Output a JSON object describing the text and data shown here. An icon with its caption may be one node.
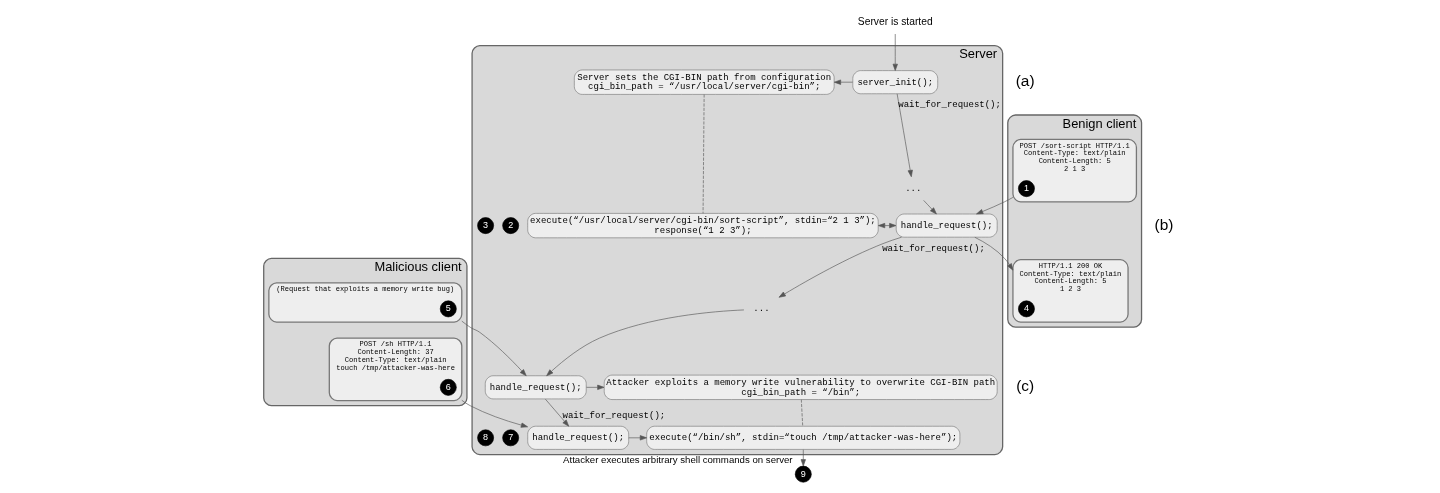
{
  "diagram": {
    "nodes": [
      {
        "text": [
          "Server"
        ]
      },
      {
        "text": [
          "Server is started"
        ]
      },
      {
        "text": [
          "Server sets the CGI-BIN path from configuration",
          "cgi_bin_path = “/usr/local/server/cgi-bin”;"
        ],
        "in": 0
      },
      {
        "text": [
          "server_init();"
        ],
        "in": 0
      },
      {
        "text": [
          "..."
        ],
        "in": 0
      },
      {
        "text": [
          "2"
        ],
        "in": 0
      },
      {
        "text": [
          "3"
        ],
        "in": 0
      },
      {
        "text": [
          "execute(“/usr/local/server/cgi-bin/sort-script”, stdin=“2 1 3”);",
          "response(“1 2 3”);"
        ],
        "in": 0
      },
      {
        "text": [
          "handle_request();"
        ],
        "in": 0
      },
      {
        "text": [
          "..."
        ],
        "in": 0
      },
      {
        "text": [
          "Attacker exploits a memory write vulnerability to overwrite CGI-BIN path",
          "cgi_bin_path = “/bin”;"
        ],
        "in": 0
      },
      {
        "text": [
          "handle_request();"
        ],
        "in": 0
      },
      {
        "text": [
          "7"
        ],
        "in": 0
      },
      {
        "text": [
          "8"
        ],
        "in": 0
      },
      {
        "text": [
          "execute(“/bin/sh”, stdin=“touch /tmp/attacker-was-here”);"
        ],
        "in": 0
      },
      {
        "text": [
          "handle_request();"
        ],
        "in": 0
      },
      {
        "text": [
          "9"
        ],
        "beside": [
          "Attacker executes arbitrary shell commands on server"
        ]
      },
      {
        "text": [
          "Benign client"
        ]
      },
      {
        "text": [
          "POST /sort-script HTTP/1.1",
          "Content-Type: text/plain",
          "Content-Length: 5",
          "2 1 3"
        ],
        "in": 17
      },
      {
        "text": [
          "1"
        ],
        "in": 18
      },
      {
        "text": [
          "HTTP/1.1 200 OK",
          "Content-Type: text/plain",
          "Content-Length: 5",
          "1 2 3"
        ],
        "in": 17
      },
      {
        "text": [
          "4"
        ],
        "in": 20
      },
      {
        "text": [
          "Malicious client"
        ]
      },
      {
        "text": [
          "(Request that exploits a memory write bug)"
        ],
        "in": 22
      },
      {
        "text": [
          "5"
        ],
        "in": 23
      },
      {
        "text": [
          "POST /sh HTTP/1.1",
          "Content-Length: 37",
          "Content-Type: text/plain",
          "touch /tmp/attacker-was-here"
        ],
        "in": 22
      },
      {
        "text": [
          "6"
        ],
        "in": 25
      }
    ],
    "edges": [
      {
        "from": 1,
        "to": 3,
        "arrow": "to"
      },
      {
        "from": 3,
        "to": 2,
        "arrow": "to"
      },
      {
        "from": 3,
        "to": 4,
        "arrow": "to",
        "label": "wait_for_request();"
      },
      {
        "from": 4,
        "to": 8,
        "arrow": "to"
      },
      {
        "from": 8,
        "to": 7,
        "arrow": "both"
      },
      {
        "from": 18,
        "to": 8,
        "arrow": "to"
      },
      {
        "from": 8,
        "to": 20,
        "arrow": "to"
      },
      {
        "from": 8,
        "to": 9,
        "arrow": "to",
        "label": "wait_for_request();"
      },
      {
        "from": 9,
        "to": 11,
        "arrow": "to"
      },
      {
        "from": 11,
        "to": 10,
        "arrow": "to"
      },
      {
        "from": 11,
        "to": 15,
        "arrow": "to",
        "label": "wait_for_request();"
      },
      {
        "from": 15,
        "to": 14,
        "arrow": "to"
      },
      {
        "from": 23,
        "to": 11,
        "arrow": "to"
      },
      {
        "from": 25,
        "to": 15,
        "arrow": "to"
      },
      {
        "from": 2,
        "to": 7,
        "arrow": "none",
        "style": "dashed"
      },
      {
        "from": 10,
        "to": 14,
        "arrow": "none",
        "style": "dashed"
      },
      {
        "from": 14,
        "to": 16,
        "arrow": "to"
      }
    ],
    "labels": [
      "(a)",
      "(b)",
      "(c)"
    ]
  }
}
